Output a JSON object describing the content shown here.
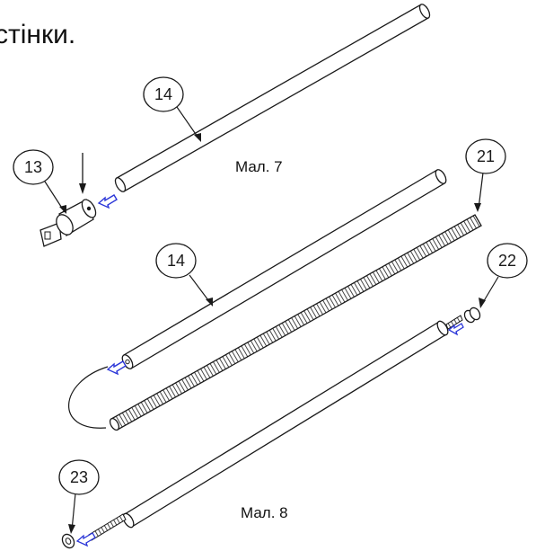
{
  "heading": {
    "text": "стінки."
  },
  "figure7": {
    "caption": "Мал. 7"
  },
  "figure8": {
    "caption": "Мал. 8"
  },
  "callouts": {
    "c13": "13",
    "c14_top": "14",
    "c14_mid": "14",
    "c21": "21",
    "c22": "22",
    "c23": "23"
  },
  "colors": {
    "line": "#1a1a1a",
    "arrow": "#2a35d8",
    "part_fill": "#ffffff",
    "background": "#ffffff"
  }
}
